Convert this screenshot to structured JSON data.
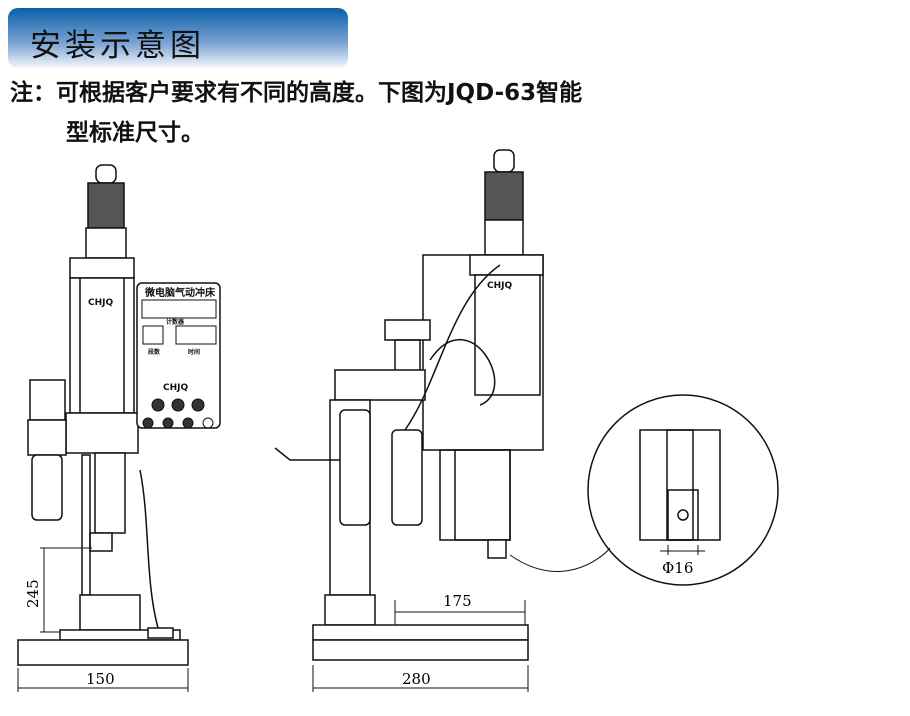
{
  "banner": {
    "title": "安装示意图"
  },
  "note": {
    "line1": "注：可根据客户要求有不同的高度。下图为JQD-63智能",
    "line2": "型标准尺寸。"
  },
  "panel": {
    "title": "微电脑气动冲床",
    "counter": "计数器",
    "segments": "段数",
    "time": "时间",
    "brand": "CHJQ"
  },
  "cylinder_brand": "CHJQ",
  "dimensions": {
    "left_height": "245",
    "left_width": "150",
    "right_width": "280",
    "right_offset": "175",
    "detail_diameter": "Φ16"
  }
}
